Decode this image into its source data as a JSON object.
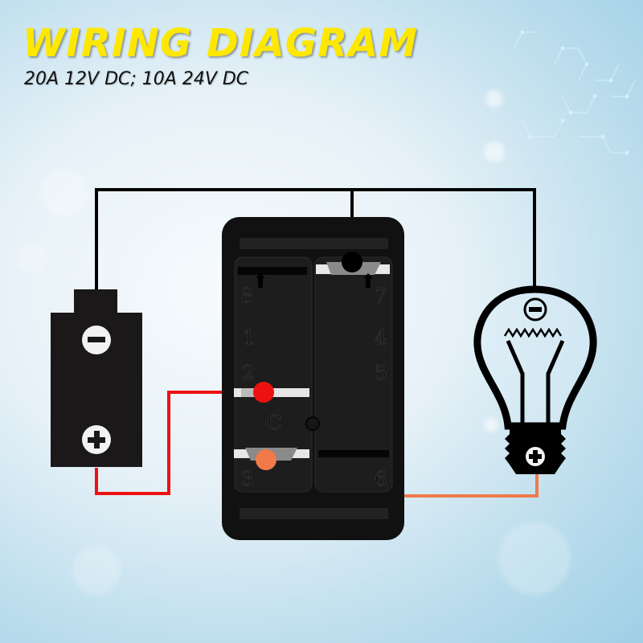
{
  "header": {
    "title": "WIRING DIAGRAM",
    "subtitle": "20A 12V DC; 10A 24V DC"
  },
  "colors": {
    "title": "#ffe800",
    "wire_black": "#000000",
    "wire_red": "#ee1111",
    "wire_orange": "#f07a4a",
    "component": "#1a1a1a"
  },
  "battery": {
    "negative_symbol": "−",
    "positive_symbol": "+"
  },
  "switch": {
    "pins": {
      "p8": "8",
      "p1": "1",
      "p2": "2",
      "p3": "3",
      "p7": "7",
      "p4": "4",
      "p5": "5",
      "p6": "6",
      "center": "C"
    }
  },
  "bulb": {
    "negative_symbol": "−",
    "positive_symbol": "+"
  },
  "connections": [
    {
      "from": "battery-negative",
      "to": "switch-pin-7",
      "wire": "black"
    },
    {
      "from": "switch-pin-7",
      "to": "bulb-negative",
      "wire": "black"
    },
    {
      "from": "battery-positive",
      "to": "switch-pin-2",
      "wire": "red"
    },
    {
      "from": "switch-pin-3",
      "to": "bulb-positive",
      "wire": "orange"
    }
  ]
}
